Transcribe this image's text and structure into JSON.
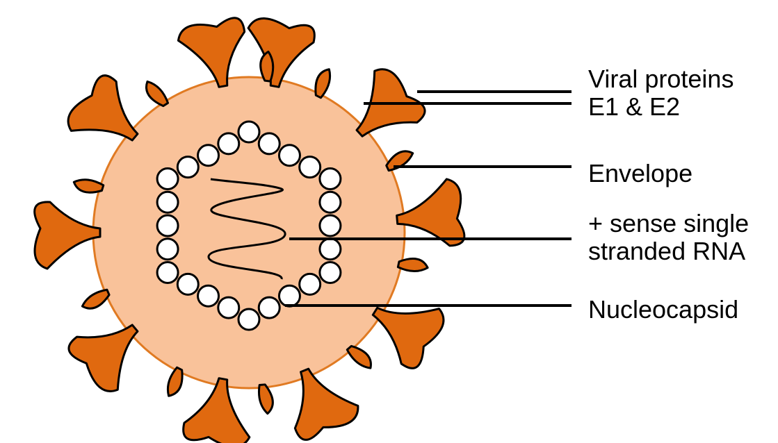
{
  "labels": {
    "viral_proteins": {
      "line1": "Viral proteins",
      "line2": "E1 & E2"
    },
    "envelope": "Envelope",
    "rna": {
      "line1": "+ sense single",
      "line2": "stranded RNA"
    },
    "nucleocapsid": "Nucleocapsid"
  },
  "colors": {
    "spike_fill": "#e0690f",
    "envelope_fill": "#f9c29a",
    "envelope_stroke": "#e07a22",
    "capsomere_fill": "#ffffff",
    "outline": "#000000"
  },
  "icons": {
    "virion": "virion-icon",
    "spike": "glycoprotein-spike-icon",
    "capsomere": "capsomere-icon",
    "rna_strand": "rna-strand-icon"
  }
}
